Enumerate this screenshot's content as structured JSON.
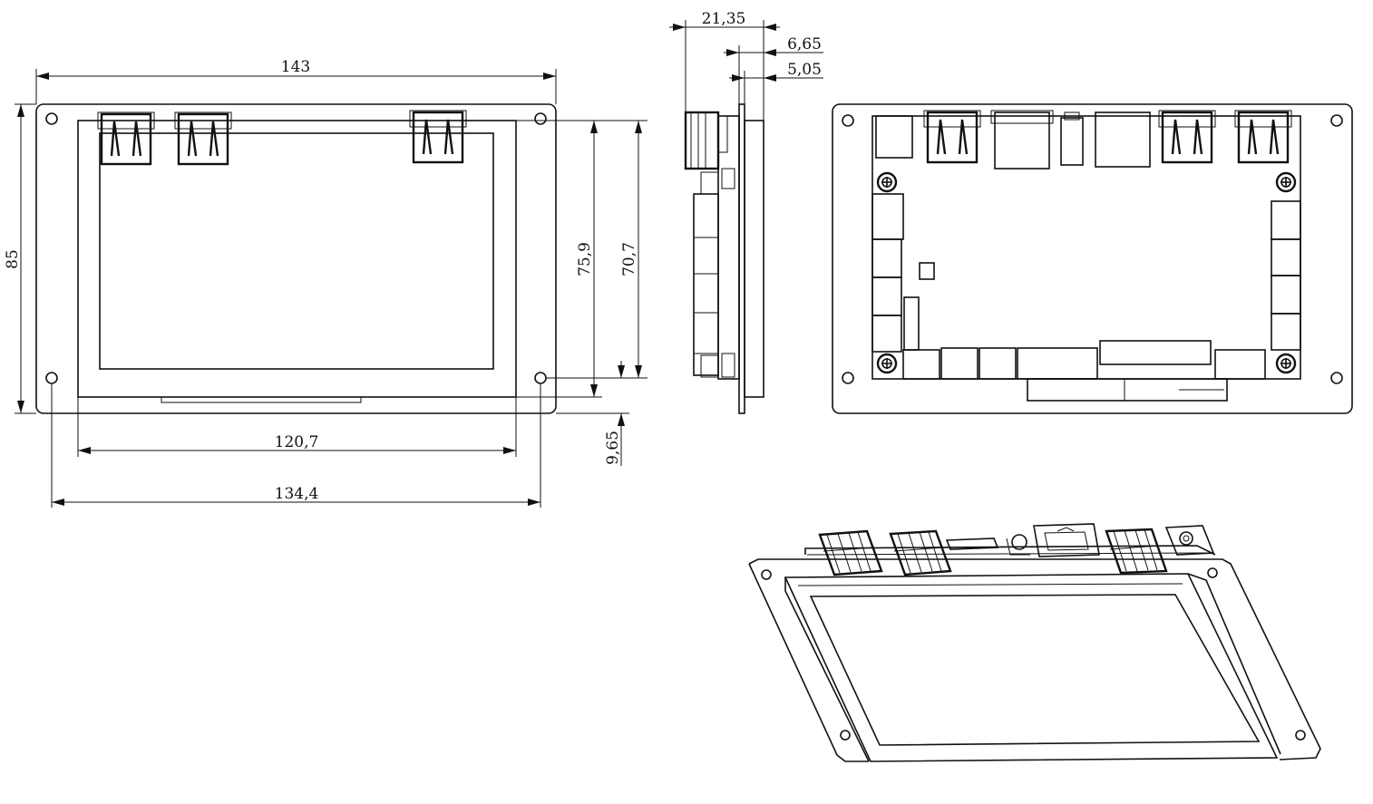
{
  "dimensions": {
    "width_overall": "143",
    "height_overall": "85",
    "display_height": "75,9",
    "hole_pitch_vertical": "70,7",
    "bottom_offset": "9,65",
    "display_width": "120,7",
    "hole_pitch_horizontal": "134,4",
    "depth_overall": "21,35",
    "depth_panel": "6,65",
    "depth_display": "5,05"
  }
}
